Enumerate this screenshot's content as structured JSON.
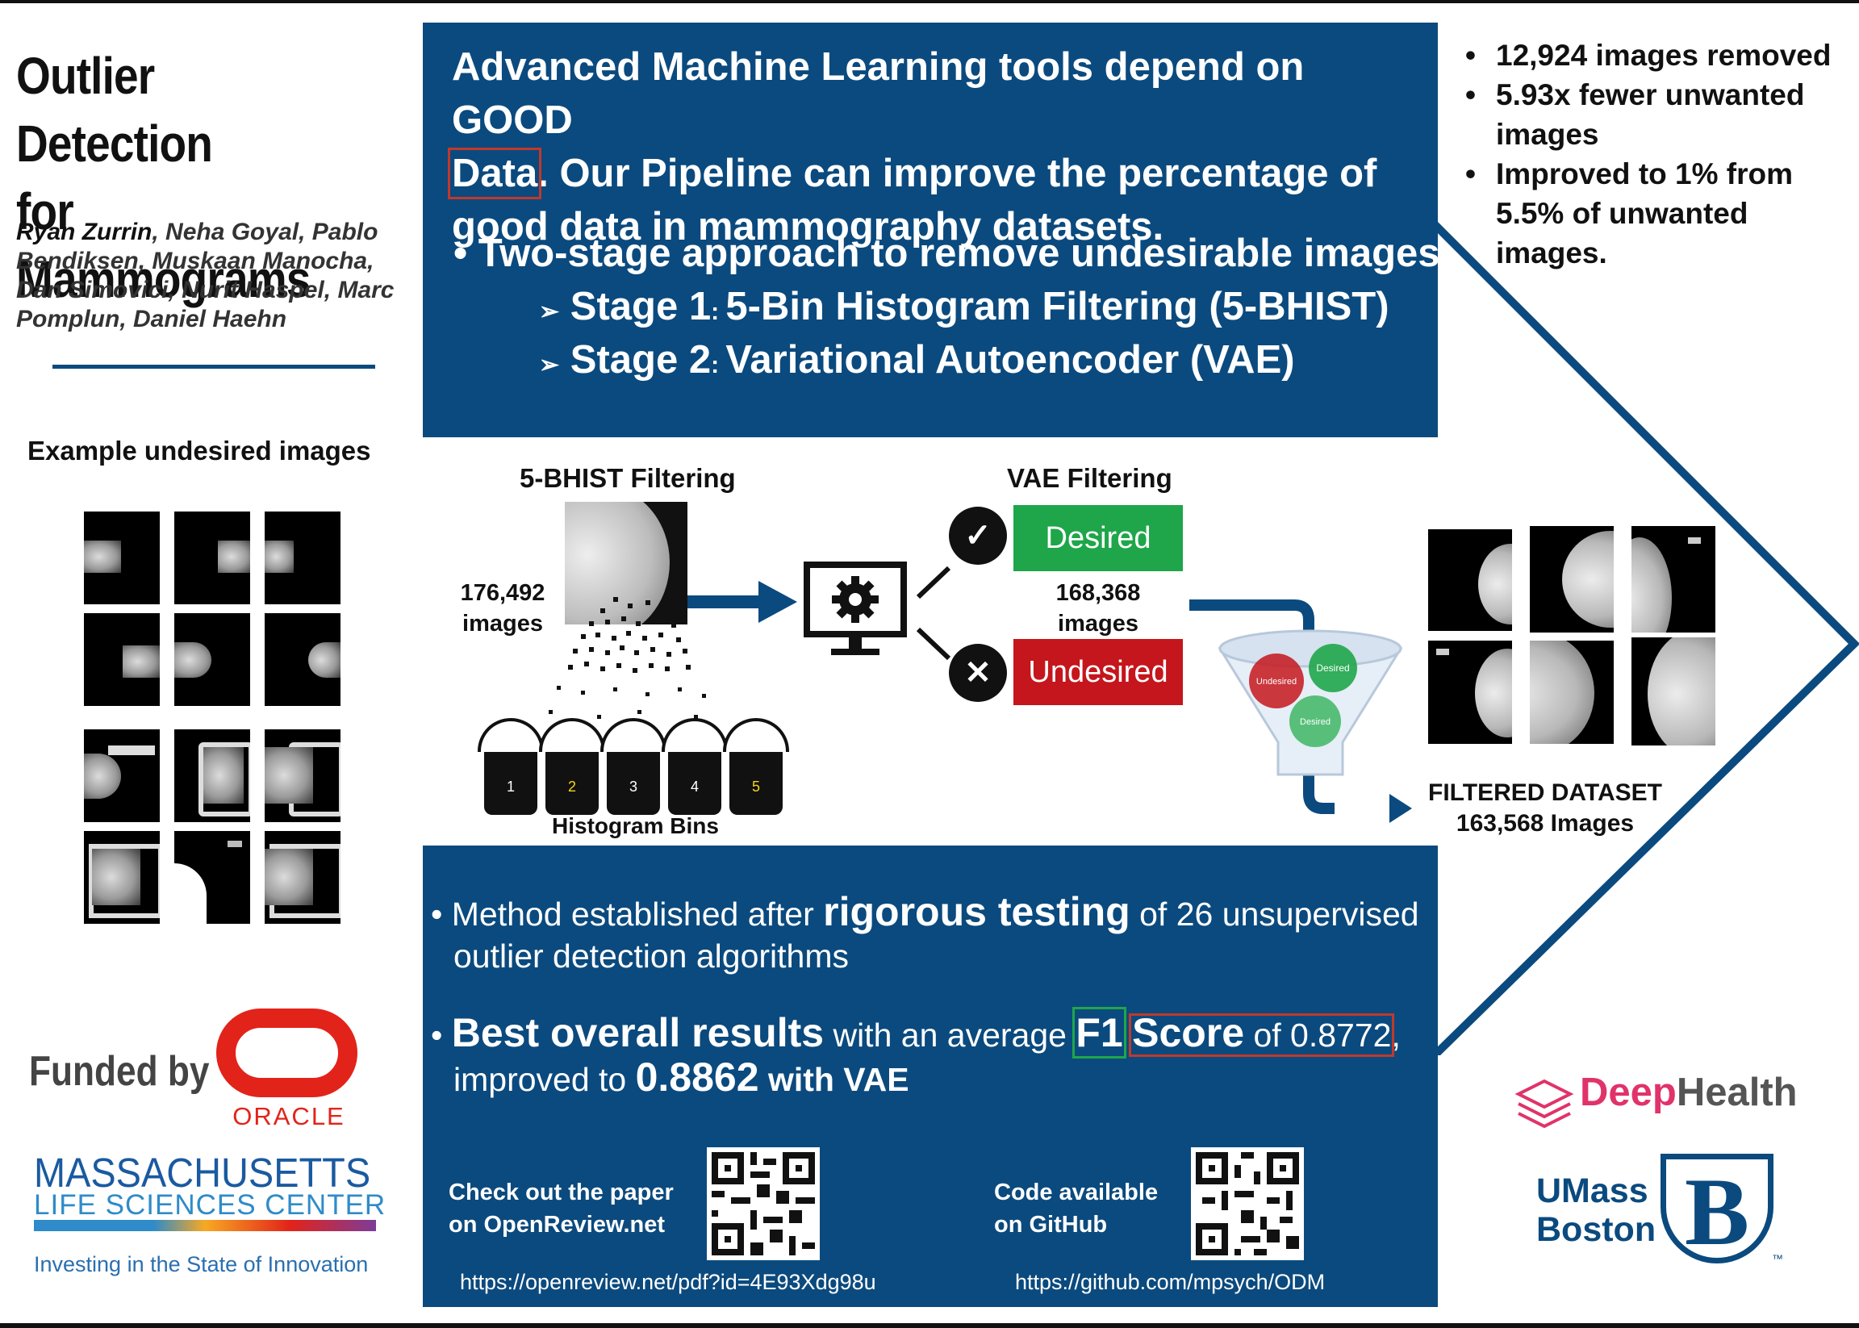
{
  "title": [
    "Outlier Detection",
    "for Mammograms"
  ],
  "authors": {
    "lead": "Ryan Zurrin",
    "rest": ", Neha Goyal, Pablo Bendiksen, Muskaan Manocha, Dan Simovici, Nurit Haspel, Marc Pomplun, Daniel Haehn"
  },
  "examples_heading": "Example undesired images",
  "funding": {
    "funded_by": "Funded by",
    "oracle": "ORACLE",
    "mlsc_line1": "MASSACHUSETTS",
    "mlsc_line2": "LIFE SCIENCES CENTER",
    "mlsc_tagline": "Investing in the State of Innovation"
  },
  "intro": {
    "line1": "Advanced Machine Learning tools depend on GOOD",
    "data_word": "Data",
    "line2_rest": ". Our Pipeline can improve the percentage of",
    "line3": "good data in mammography datasets."
  },
  "approach": {
    "main": "Two-stage approach to remove undesirable images",
    "stage1_label": "Stage 1",
    "stage1_text": "5-Bin Histogram Filtering (5-BHIST)",
    "stage2_label": "Stage 2",
    "stage2_text": "Variational Autoencoder (VAE)"
  },
  "stats": [
    "12,924 images removed",
    "5.93x fewer unwanted images",
    "Improved to 1% from 5.5% of unwanted images."
  ],
  "figure": {
    "bhist_title": "5-BHIST Filtering",
    "vae_title": "VAE Filtering",
    "input_count": "176,492",
    "input_unit": "images",
    "desired": "Desired",
    "undesired": "Undesired",
    "kept_count": "168,368",
    "kept_unit": "images",
    "bins": [
      "1",
      "2",
      "3",
      "4",
      "5"
    ],
    "bins_label": "Histogram Bins",
    "funnel_undesired": "Undesired",
    "funnel_desired_1": "Desired",
    "funnel_desired_2": "Desired",
    "filtered_title": "FILTERED DATASET",
    "filtered_count": "163,568 Images"
  },
  "results": {
    "b1_pre": "Method established after ",
    "b1_big": "rigorous testing",
    "b1_post": " of 26 unsupervised",
    "b1_line2": "outlier detection algorithms",
    "b2_big": "Best overall results",
    "b2_mid": " with an average ",
    "b2_f1": "F1",
    "b2_score": "Score",
    "b2_of": " of 0.8772",
    "b2_comma": ",",
    "b2_line2_pre": "improved to ",
    "b2_line2_big": "0.8862",
    "b2_line2_post": " with VAE"
  },
  "links": {
    "paper_cap1": "Check out the paper",
    "paper_cap2": "on OpenReview.net",
    "paper_url": "https://openreview.net/pdf?id=4E93Xdg98u",
    "code_cap1": "Code available",
    "code_cap2": "on GitHub",
    "code_url": "https://github.com/mpsych/ODM"
  },
  "logos": {
    "deephealth_deep": "Deep",
    "deephealth_health": "Health",
    "umass_line1": "UMass",
    "umass_line2": "Boston",
    "umass_mark": "B",
    "tm": "™"
  },
  "colors": {
    "navy": "#0b4a7e",
    "desired_green": "#1fa64a",
    "undesired_red": "#c4161c",
    "oracle_red": "#e2231a",
    "deephealth_pink": "#e0336a"
  }
}
